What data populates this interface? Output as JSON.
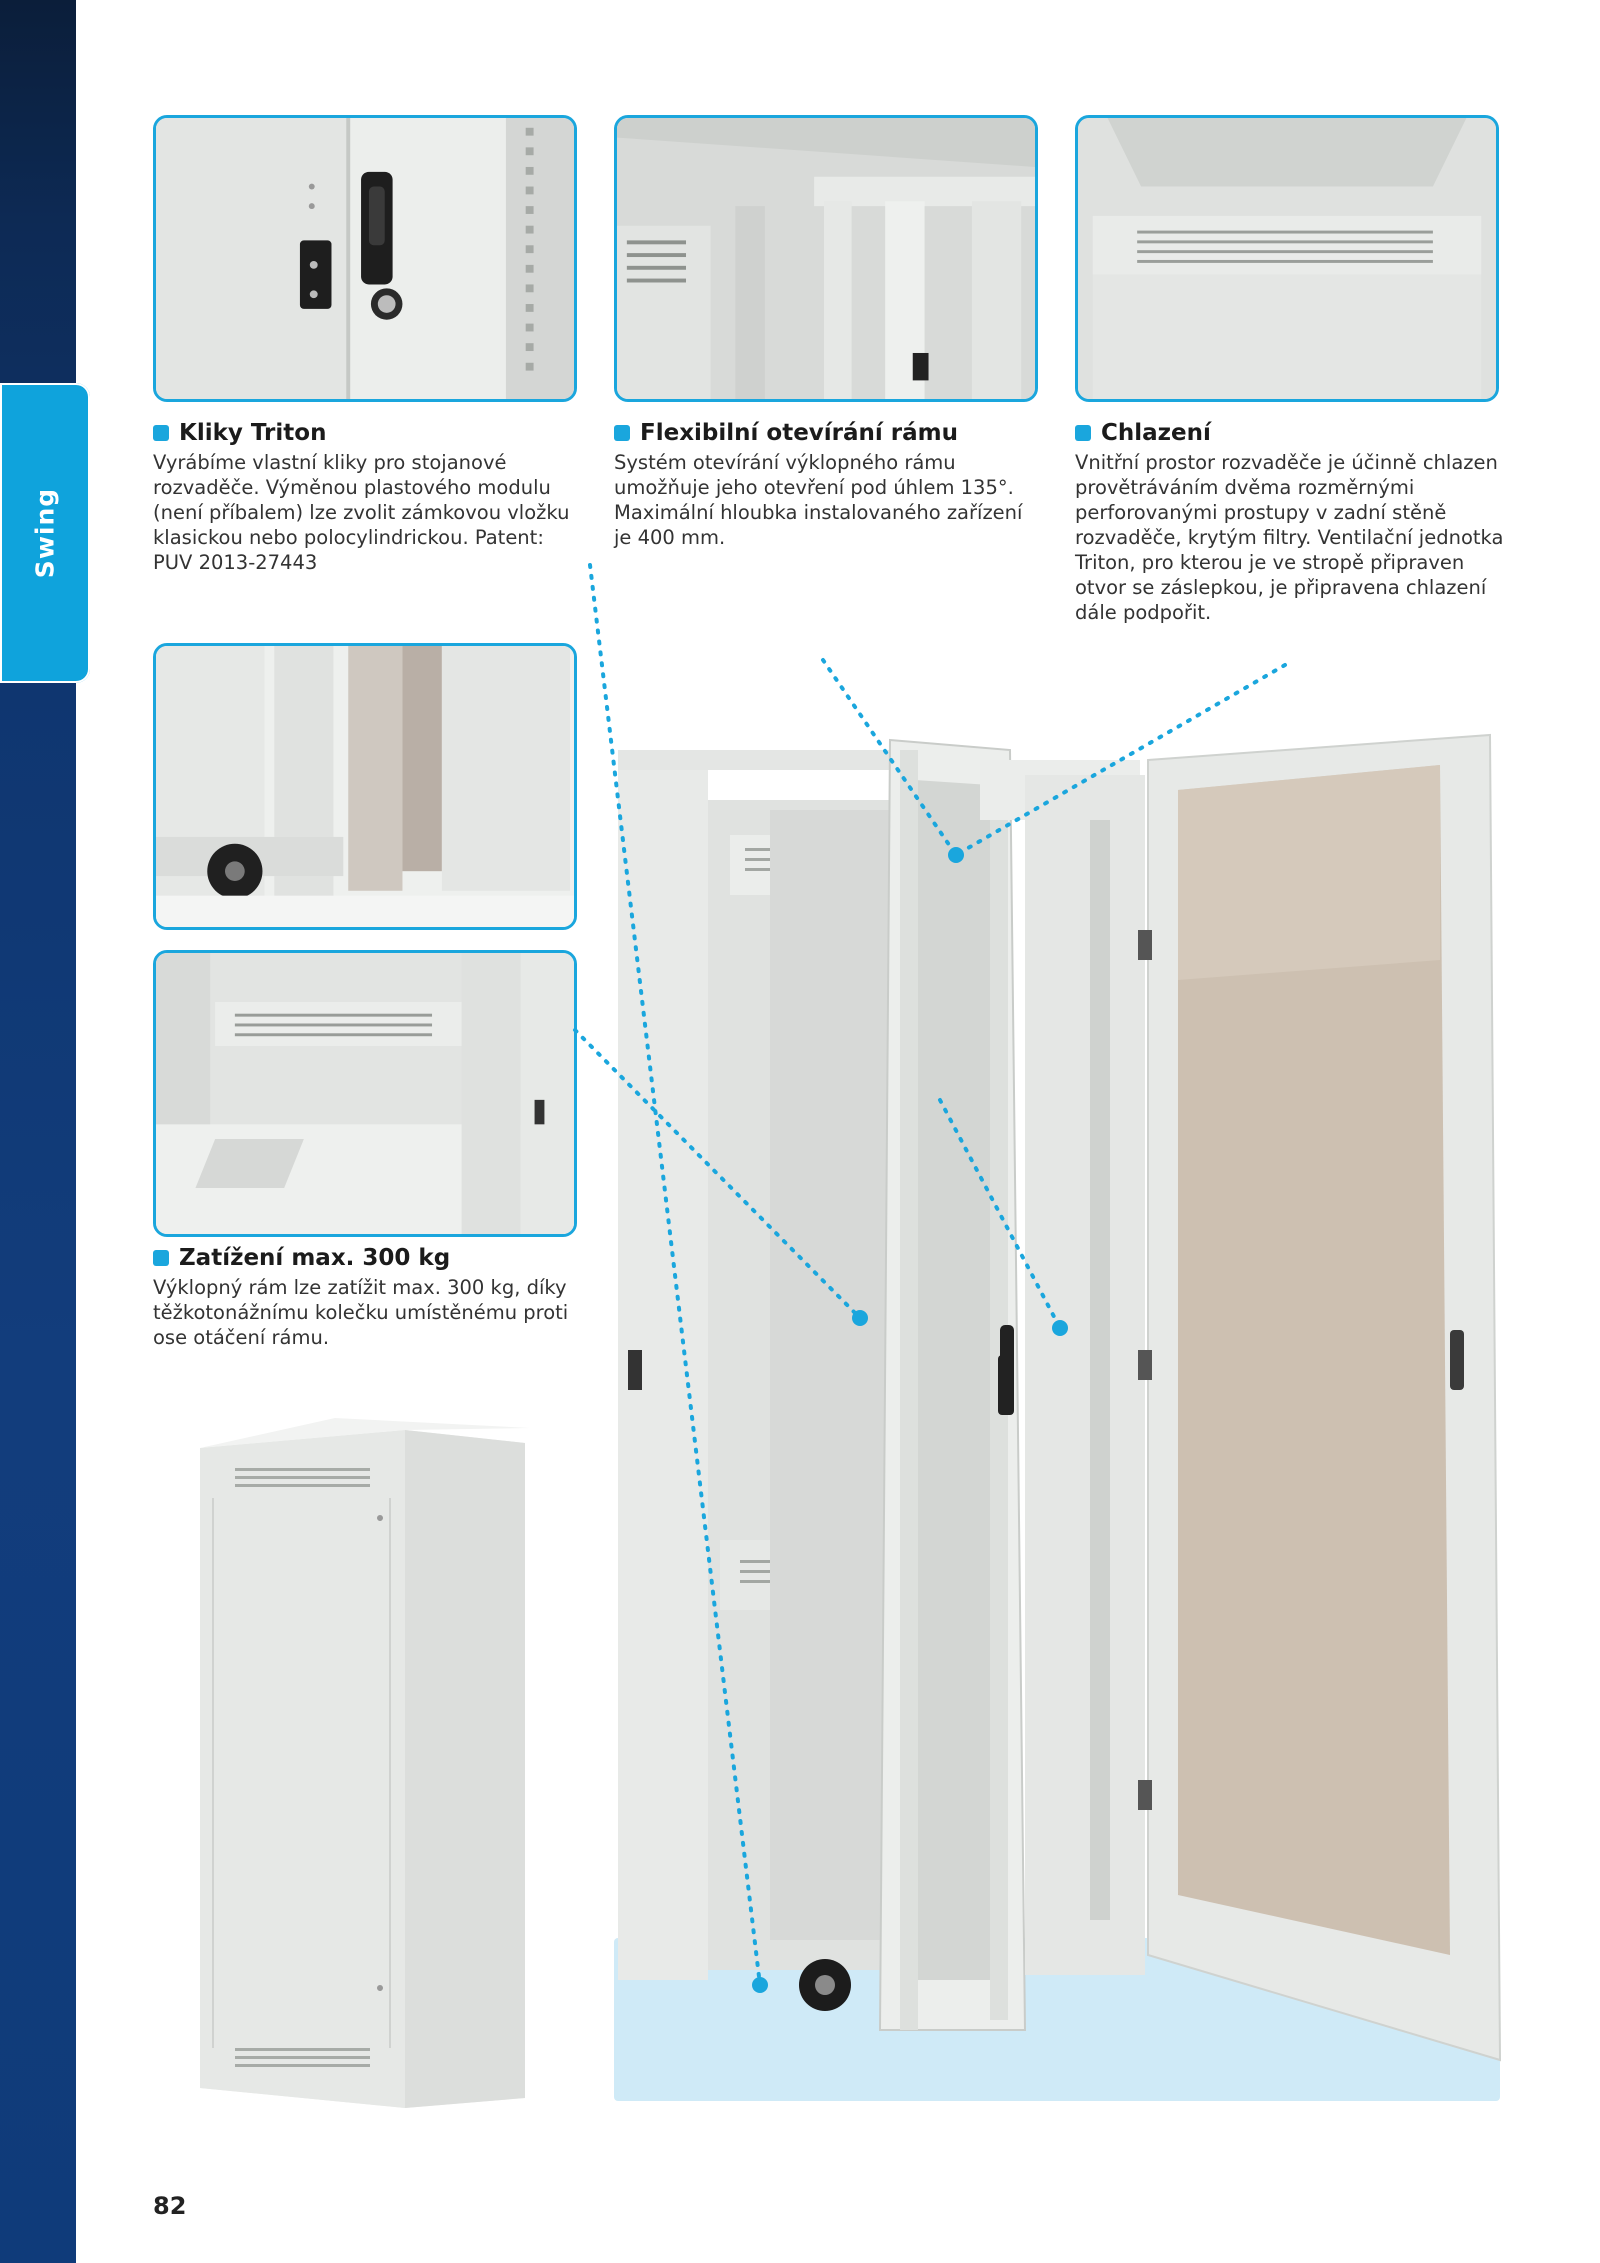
{
  "side_tab": {
    "label": "Swing"
  },
  "page_number": "82",
  "features": [
    {
      "title": "Kliky Triton",
      "text": "Vyrábíme vlastní kliky pro stojanové rozvaděče. Výměnou plastového modulu (není příbalem) lze zvolit zámkovou vložku klasickou nebo polocylindrickou. Patent: PUV 2013-27443"
    },
    {
      "title": "Flexibilní otevírání rámu",
      "text": "Systém otevírání výklopného rámu umožňuje jeho otevření pod úhlem 135°. Maximální hloubka instalovaného zařízení je 400 mm."
    },
    {
      "title": "Chlazení",
      "text": "Vnitřní prostor rozvaděče je účinně chlazen provětráváním dvěma rozměrnými perforovanými prostupy v zadní stěně rozvaděče, krytým filtry. Ventilační jednotka Triton, pro kterou je ve stropě připraven otvor se záslepkou, je připravena chlazení dále podpořit."
    },
    {
      "title": "Zatížení max. 300 kg",
      "text": "Výklopný rám lze zatížit max. 300 kg, díky těžkotonážnímu kolečku umístěnému proti ose otáčení rámu."
    }
  ],
  "colors": {
    "accent": "#1aa6dd",
    "band": "#0f3670",
    "panel": "#e4e6e4",
    "highlight_bg": "#cfeaf7"
  },
  "icons": [
    "feature-bullet-icon"
  ]
}
